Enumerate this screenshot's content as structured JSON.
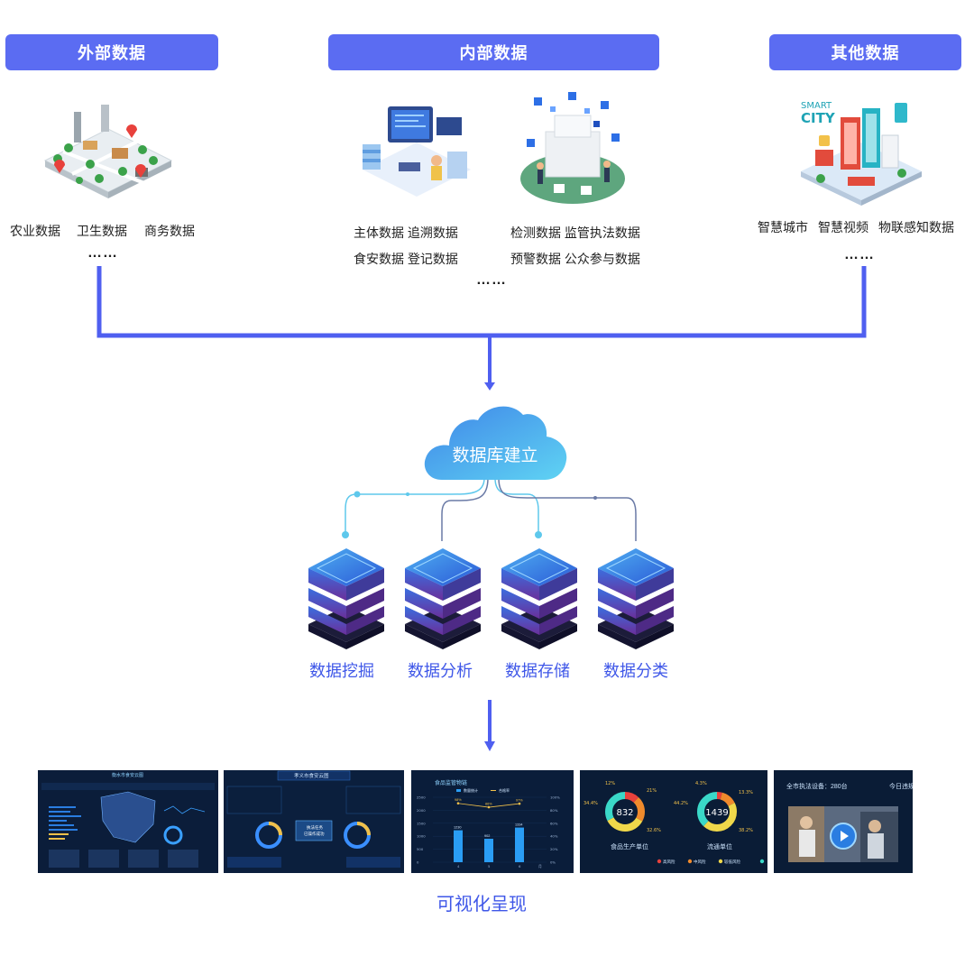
{
  "headers": {
    "external": "外部数据",
    "internal": "内部数据",
    "other": "其他数据"
  },
  "external": {
    "items": [
      "农业数据",
      "卫生数据",
      "商务数据"
    ],
    "ellipsis": "……"
  },
  "internal": {
    "left_rows": [
      "主体数据 追溯数据",
      "食安数据 登记数据"
    ],
    "right_rows": [
      "检测数据 监管执法数据",
      "预警数据 公众参与数据"
    ],
    "ellipsis": "……"
  },
  "other": {
    "items": [
      "智慧城市",
      "智慧视频",
      "物联感知数据"
    ],
    "ellipsis": "……",
    "illustration_text": [
      "SMART",
      "CITY"
    ]
  },
  "cloud": {
    "label": "数据库建立"
  },
  "services": [
    "数据挖掘",
    "数据分析",
    "数据存储",
    "数据分类"
  ],
  "output": {
    "label": "可视化呈现"
  },
  "screens": {
    "s1_title": "衡水市食安云图",
    "s2_title": "孝义市食安云图",
    "s2_center": [
      "执法任务",
      "已操作成功"
    ],
    "s3_title": "食品监管物链",
    "s3_legend": [
      "数量统计",
      "合格率"
    ],
    "s3_bar_values": [
      "1230",
      "902",
      "1334"
    ],
    "s3_rates": [
      "98%",
      "86%",
      "97%"
    ],
    "s3_left_axis": [
      "2500",
      "2000",
      "1500",
      "1000",
      "500",
      "0"
    ],
    "s3_right_axis": [
      "100%",
      "80%",
      "60%",
      "40%",
      "20%",
      "0%"
    ],
    "s3_x": [
      "4",
      "5",
      "6",
      "月"
    ],
    "s4_donut1": {
      "center": "832",
      "label": "食品生产单位",
      "pcts": [
        "12%",
        "21%",
        "34.4%",
        "32.6%"
      ]
    },
    "s4_donut2": {
      "center": "1439",
      "label": "流通单位",
      "pcts": [
        "4.3%",
        "13.3%",
        "44.2%",
        "38.2%"
      ]
    },
    "s4_legend": [
      "高风险",
      "中风险",
      "较低风险"
    ],
    "s5_title": "全市执法设备：280台",
    "s5_right": "今日违规"
  }
}
